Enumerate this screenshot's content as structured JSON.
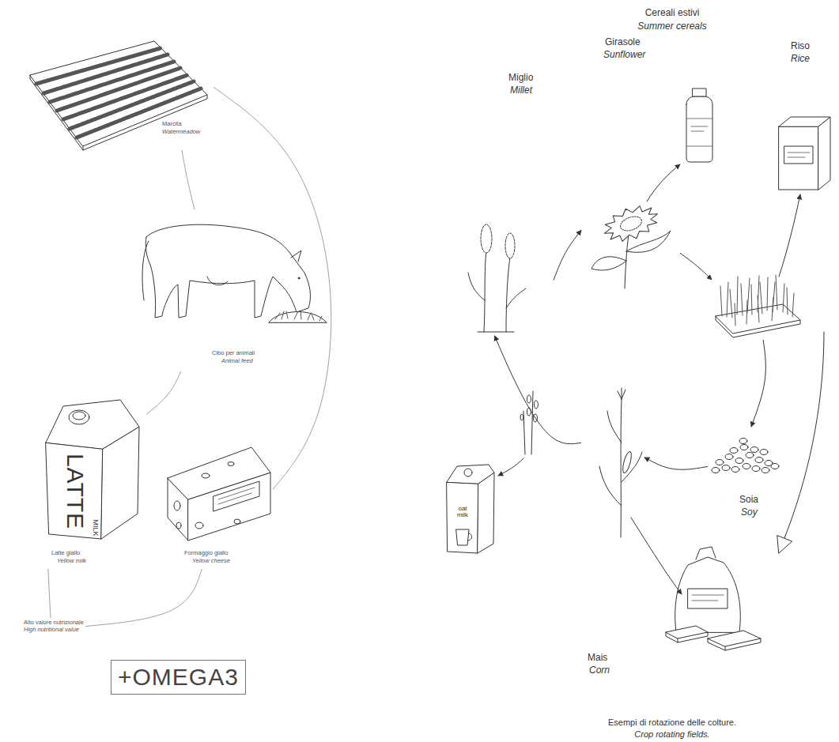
{
  "diagram": {
    "title": "Cereali estivi",
    "caption": "Esempi di rotazione delle colture.",
    "nodes": [
      {
        "text": [
          "Marcita",
          "Watermeadow"
        ]
      },
      {
        "text": [
          "Cibo per animali",
          "Animal feed"
        ]
      },
      {
        "text": [
          "Latte giallo",
          "Yellow milk"
        ]
      },
      {
        "text": [
          "Formaggio giallo",
          "Yellow cheese"
        ]
      },
      {
        "text": [
          "Alto valore nutrizionale",
          "High nutritional value"
        ]
      },
      {
        "text": [
          "+OMEGA3"
        ]
      },
      {
        "text": [
          "Miglio",
          "Millet"
        ]
      },
      {
        "text": [
          "Girasole",
          "Sunflower"
        ]
      },
      {
        "text": [
          "Riso",
          "Rice"
        ]
      },
      {
        "text": [
          "Soia",
          "Soy"
        ]
      },
      {
        "text": [
          "Mais",
          "Corn"
        ]
      }
    ],
    "edges": [
      {
        "from": 0,
        "to": 1,
        "arrow": "none"
      },
      {
        "from": 1,
        "to": 2,
        "arrow": "none"
      },
      {
        "from": 0,
        "to": 3,
        "arrow": "none"
      },
      {
        "from": 2,
        "to": 4,
        "arrow": "none"
      },
      {
        "from": 3,
        "to": 4,
        "arrow": "none"
      },
      {
        "from": 6,
        "to": 7,
        "arrow": "to"
      },
      {
        "from": 7,
        "to": 8,
        "arrow": "to"
      },
      {
        "from": 8,
        "to": 9,
        "arrow": "to"
      },
      {
        "from": 9,
        "to": 10,
        "arrow": "to"
      },
      {
        "from": 10,
        "to": 6,
        "arrow": "to"
      }
    ],
    "labels": [
      "Summer cereals",
      "Crop rotating fields.",
      "LATTE",
      "MILK",
      "oat milk"
    ]
  }
}
